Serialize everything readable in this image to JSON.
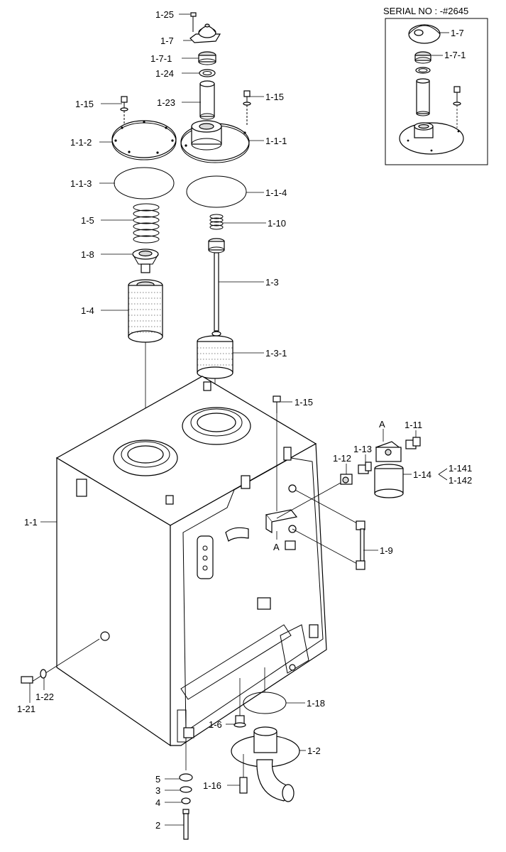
{
  "serial": "SERIAL NO : -#2645",
  "labels": {
    "p1_25": "1-25",
    "p1_7": "1-7",
    "p1_7_1": "1-7-1",
    "p1_24": "1-24",
    "p1_15a": "1-15",
    "p1_23": "1-23",
    "p1_15b": "1-15",
    "p1_1_2": "1-1-2",
    "p1_1_1": "1-1-1",
    "p1_1_3": "1-1-3",
    "p1_1_4": "1-1-4",
    "p1_5": "1-5",
    "p1_10": "1-10",
    "p1_8": "1-8",
    "p1_3": "1-3",
    "p1_4": "1-4",
    "p1_3_1": "1-3-1",
    "p1_15c": "1-15",
    "p1_11": "1-11",
    "a_top": "A",
    "p1_13": "1-13",
    "p1_12": "1-12",
    "p1_14": "1-14",
    "p1_141": "1-141",
    "p1_142": "1-142",
    "p1_1": "1-1",
    "a_bottom": "A",
    "p1_9": "1-9",
    "p1_18": "1-18",
    "p1_6": "1-6",
    "p1_2": "1-2",
    "p1_21": "1-21",
    "p1_22": "1-22",
    "p1_16": "1-16",
    "p5": "5",
    "p3": "3",
    "p4": "4",
    "p2": "2"
  },
  "inset": {
    "l1_7": "1-7",
    "l1_7_1": "1-7-1"
  }
}
